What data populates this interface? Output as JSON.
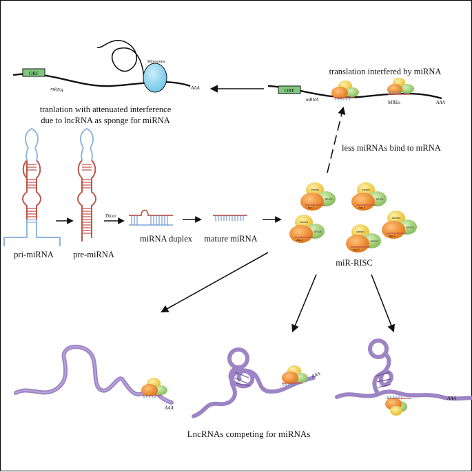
{
  "top_left": {
    "orf_label": "ORF",
    "mrna_label": "mRNA",
    "ribosome_label": "Ribosome",
    "polya_label": "AAA",
    "caption_line1": "tranlation with attenuated interference",
    "caption_line2": "due to lncRNA as sponge for miRNA"
  },
  "top_right": {
    "title": "translation interfered by miRNA",
    "orf_label": "ORF",
    "mrna_label": "mRNA",
    "mres_label": "MREs",
    "polya_label": "AAA"
  },
  "middle": {
    "less_mirna_label": "less miRNAs bind to mRNA",
    "dicer_label": "Dicer",
    "pri_label": "pri-miRNA",
    "pre_label": "pre-miRNA",
    "duplex_label": "miRNA duplex",
    "mature_label": "mature miRNA",
    "risc_label": "miR-RISC",
    "gemin4_label": "Gemin4",
    "dp103_label": "DP103",
    "ago2_label": "Ago-2"
  },
  "bottom": {
    "polya_label": "AAA",
    "caption": "LncRNAs competing for miRNAs"
  },
  "colors": {
    "lncrna": "#9d84c4",
    "orf_box": "#7fc97f",
    "ribosome": "#8fd1ec",
    "stem_red": "#c0544a",
    "loop_blue": "#8fb6db",
    "ago": "#f08a2a",
    "gemin": "#f3cd4b",
    "dp": "#9ccb74"
  }
}
